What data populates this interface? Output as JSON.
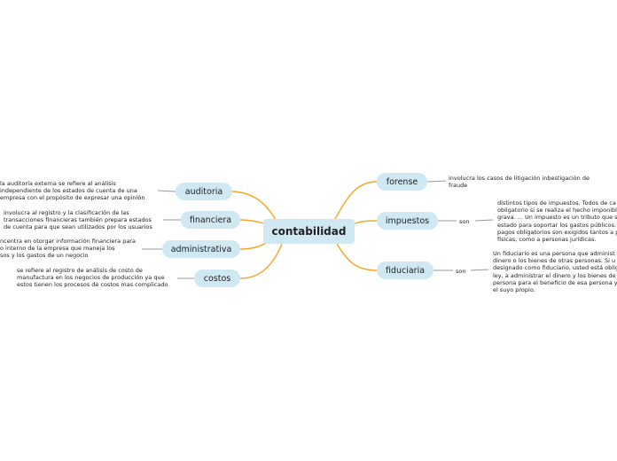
{
  "central": {
    "label": "contabilidad"
  },
  "left_branches": [
    {
      "label": "auditoria",
      "description": [
        "la auditoría externa se refiere al análisis",
        "independiente de los estados de cuenta de una",
        "empresa con el propósito de expresar una opinión"
      ]
    },
    {
      "label": "financiera",
      "description": [
        "involucra al registro y la clasificación de las",
        "transacciones financieras también prepara estados",
        "de cuenta para  que sean utilizados por los usuarios"
      ]
    },
    {
      "label": "administrativa",
      "description": [
        "ncentra en otorgar información financiera para",
        "o interno de la empresa que maneja los",
        "sos y los gastos de un negocio"
      ]
    },
    {
      "label": "costos",
      "description": [
        "se refiere al registro de análisis de costo de",
        "manufactura en los negocios de producción ya que",
        "estos tienen los procesos de costos mas complicado"
      ]
    }
  ],
  "right_branches": [
    {
      "label": "forense",
      "connector": "",
      "description": [
        "involucra los casos de litigación inbestigación de",
        "fraude"
      ]
    },
    {
      "label": "impuestos",
      "connector": "son",
      "description": [
        "distintos tipos de impuestos. Todos de ca",
        "obligatorio si se realiza el hecho imponibl",
        "grava. ... Un impuesto es un tributo que s",
        "estado para soportar los gastos públicos.",
        "pagos obligatorios son exigidos tantos a p",
        "físicas, como a personas jurídicas."
      ]
    },
    {
      "label": "fiduciaria",
      "connector": "son",
      "description": [
        "Un fiduciario es una persona que administ",
        "dinero o los bienes de otras personas. Si u",
        "designado como fiduciario, usted está oblig",
        "ley, a administrar el dinero y los bienes de",
        "persona para el beneficio de esa persona y",
        "el suyo propio."
      ]
    }
  ],
  "colors": {
    "node_fill": "#cfe8f1",
    "branch_line": "#f5a623",
    "note_line": "#999999"
  }
}
